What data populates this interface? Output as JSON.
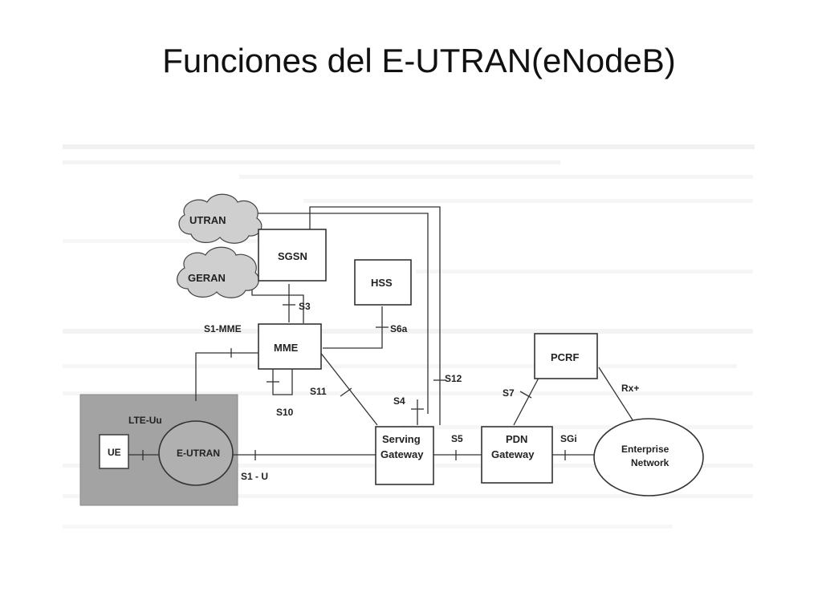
{
  "title": "Funciones del E-UTRAN(eNodeB)",
  "nodes": {
    "utran": "UTRAN",
    "geran": "GERAN",
    "sgsn": "SGSN",
    "hss": "HSS",
    "mme": "MME",
    "pcrf": "PCRF",
    "ue": "UE",
    "eutran": "E-UTRAN",
    "serving_gw_1": "Serving",
    "serving_gw_2": "Gateway",
    "pdn_gw_1": "PDN",
    "pdn_gw_2": "Gateway",
    "enterprise_1": "Enterprise",
    "enterprise_2": "Network"
  },
  "interfaces": {
    "s3": "S3",
    "s1_mme": "S1-MME",
    "s6a": "S6a",
    "s11": "S11",
    "s12": "S12",
    "s4": "S4",
    "s10": "S10",
    "s7": "S7",
    "rx": "Rx+",
    "lte_uu": "LTE-Uu",
    "s5": "S5",
    "sgi": "SGi",
    "s1_u": "S1 - U"
  }
}
